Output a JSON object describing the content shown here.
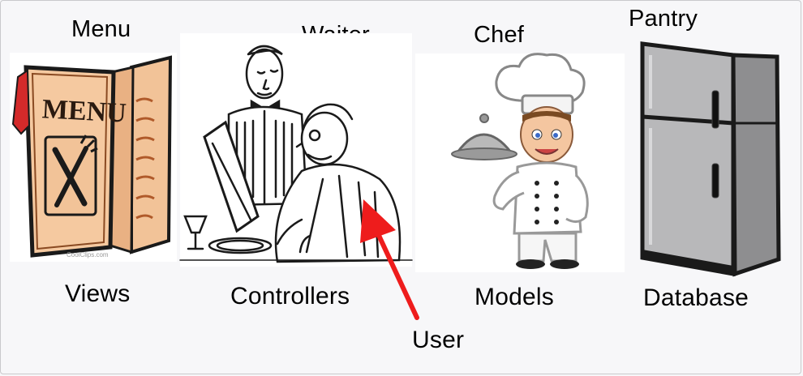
{
  "top_labels": {
    "menu": "Menu",
    "waiter": "Waiter",
    "chef": "Chef",
    "pantry": "Pantry"
  },
  "bottom_labels": {
    "views": "Views",
    "controllers": "Controllers",
    "models": "Models",
    "database": "Database"
  },
  "arrow_label": "User",
  "menu_card_text": "MENU",
  "watermark": "CoolClips.com",
  "colors": {
    "arrow": "#ee1c1c",
    "menu_card": "#f5c9a0",
    "menu_outline": "#1a1a1a",
    "bookmark": "#d42a2a",
    "fridge_body": "#b5b5b7",
    "chef_skin": "#f4c6a0"
  }
}
